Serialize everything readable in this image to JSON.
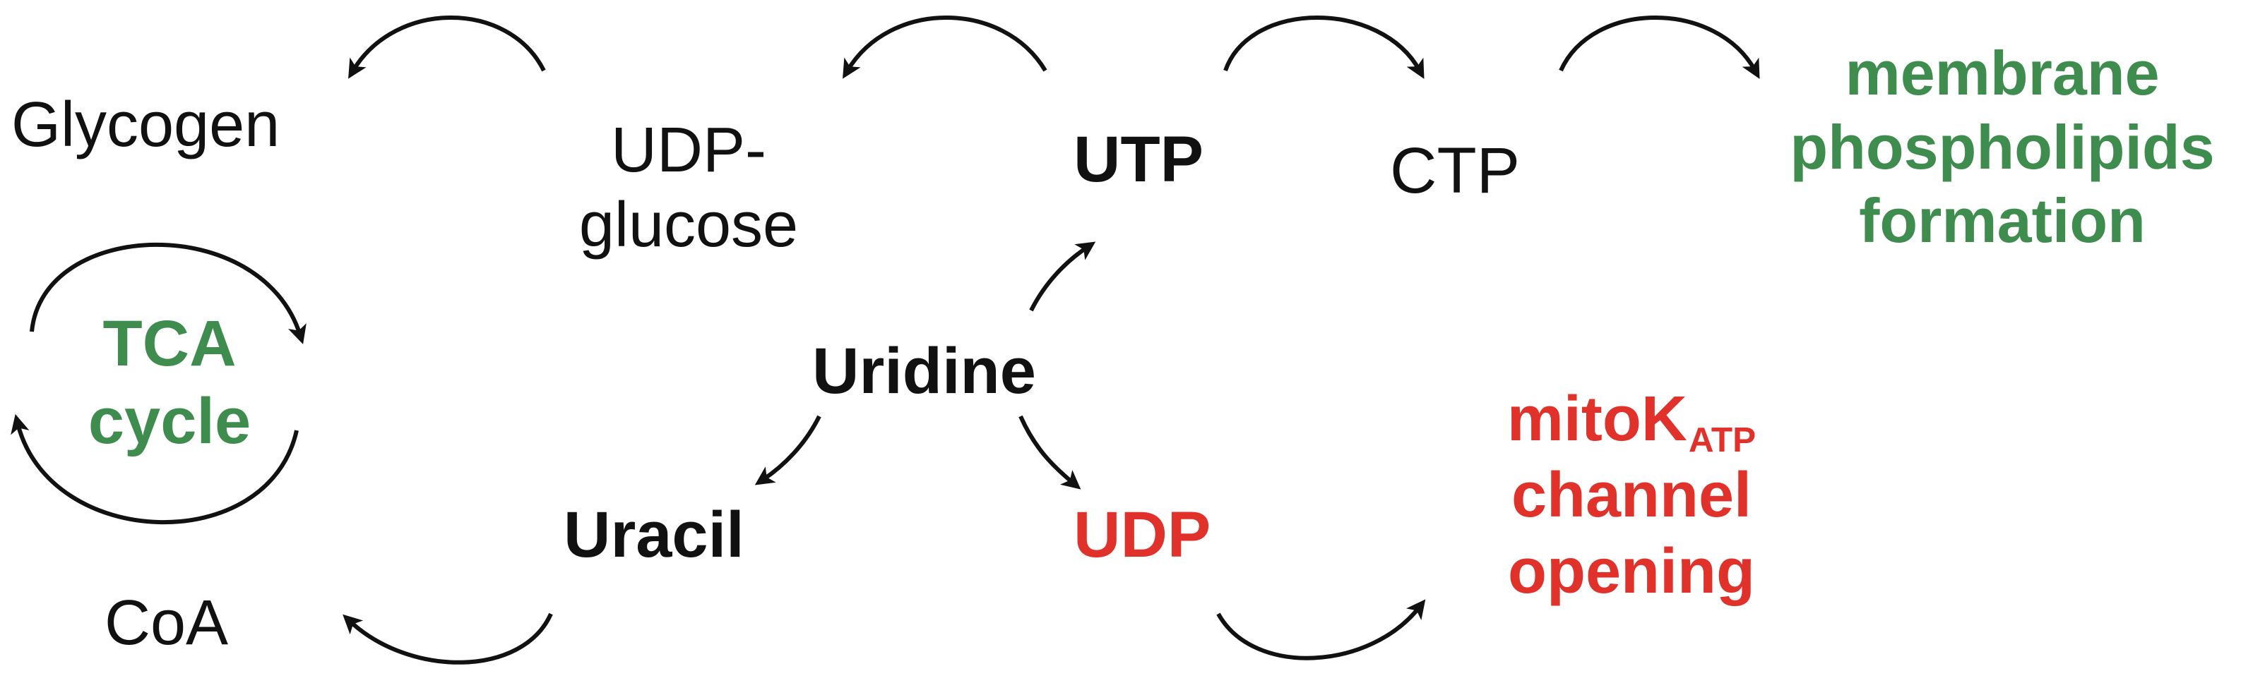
{
  "nodes": {
    "glycogen": "Glycogen",
    "udp_glucose": {
      "line1": "UDP-",
      "line2": "glucose"
    },
    "utp": "UTP",
    "ctp": "CTP",
    "membrane": {
      "line1": "membrane",
      "line2": "phospholipids",
      "line3": "formation"
    },
    "tca": {
      "line1": "TCA",
      "line2": "cycle"
    },
    "uridine": "Uridine",
    "uracil": "Uracil",
    "udp": "UDP",
    "coa": "CoA",
    "mitok": {
      "prefix": "mitoK",
      "subscript": "ATP",
      "line2": "channel",
      "line3": "opening"
    }
  },
  "colors": {
    "text": "#111111",
    "highlight_green": "#3f8c4f",
    "highlight_red": "#e0322a",
    "arrow": "#111111"
  }
}
